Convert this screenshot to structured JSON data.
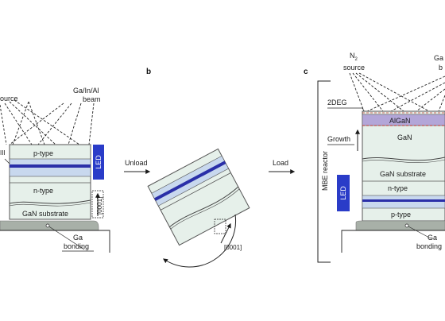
{
  "panels": {
    "b": "b",
    "c": "c"
  },
  "panel_a": {
    "source_label_partial": "ource",
    "beam_label": "Ga/In/Al beam",
    "layers": [
      "p-type",
      "n-type",
      "GaN substrate"
    ],
    "led_label": "LED",
    "direction_label": "[0001]",
    "bonding_label_1": "Ga",
    "bonding_label_2": "bonding",
    "mqw_partial": "III"
  },
  "arrows": {
    "unload": "Unload",
    "load": "Load"
  },
  "panel_b": {
    "direction_label": "[0001]"
  },
  "panel_c": {
    "reactor_label": "MBE reactor",
    "source_label_1": "N",
    "source_label_sub": "2",
    "source_label_2": "source",
    "beam_partial_1": "Ga",
    "beam_partial_2": "b",
    "twodeg": "2DEG",
    "growth": "Growth",
    "layers": [
      "AlGaN",
      "GaN",
      "GaN substrate",
      "n-type",
      "p-type"
    ],
    "led_label": "LED",
    "bonding_label_1": "Ga",
    "bonding_label_2": "bonding"
  },
  "colors": {
    "layer_fill": "#e6f0ea",
    "stripe_light": "#c8d8ee",
    "stripe_dark": "#2a2fa8",
    "algan": "#b3a6d8",
    "led": "#2a3cc8",
    "holder": "#a8b0a8"
  }
}
